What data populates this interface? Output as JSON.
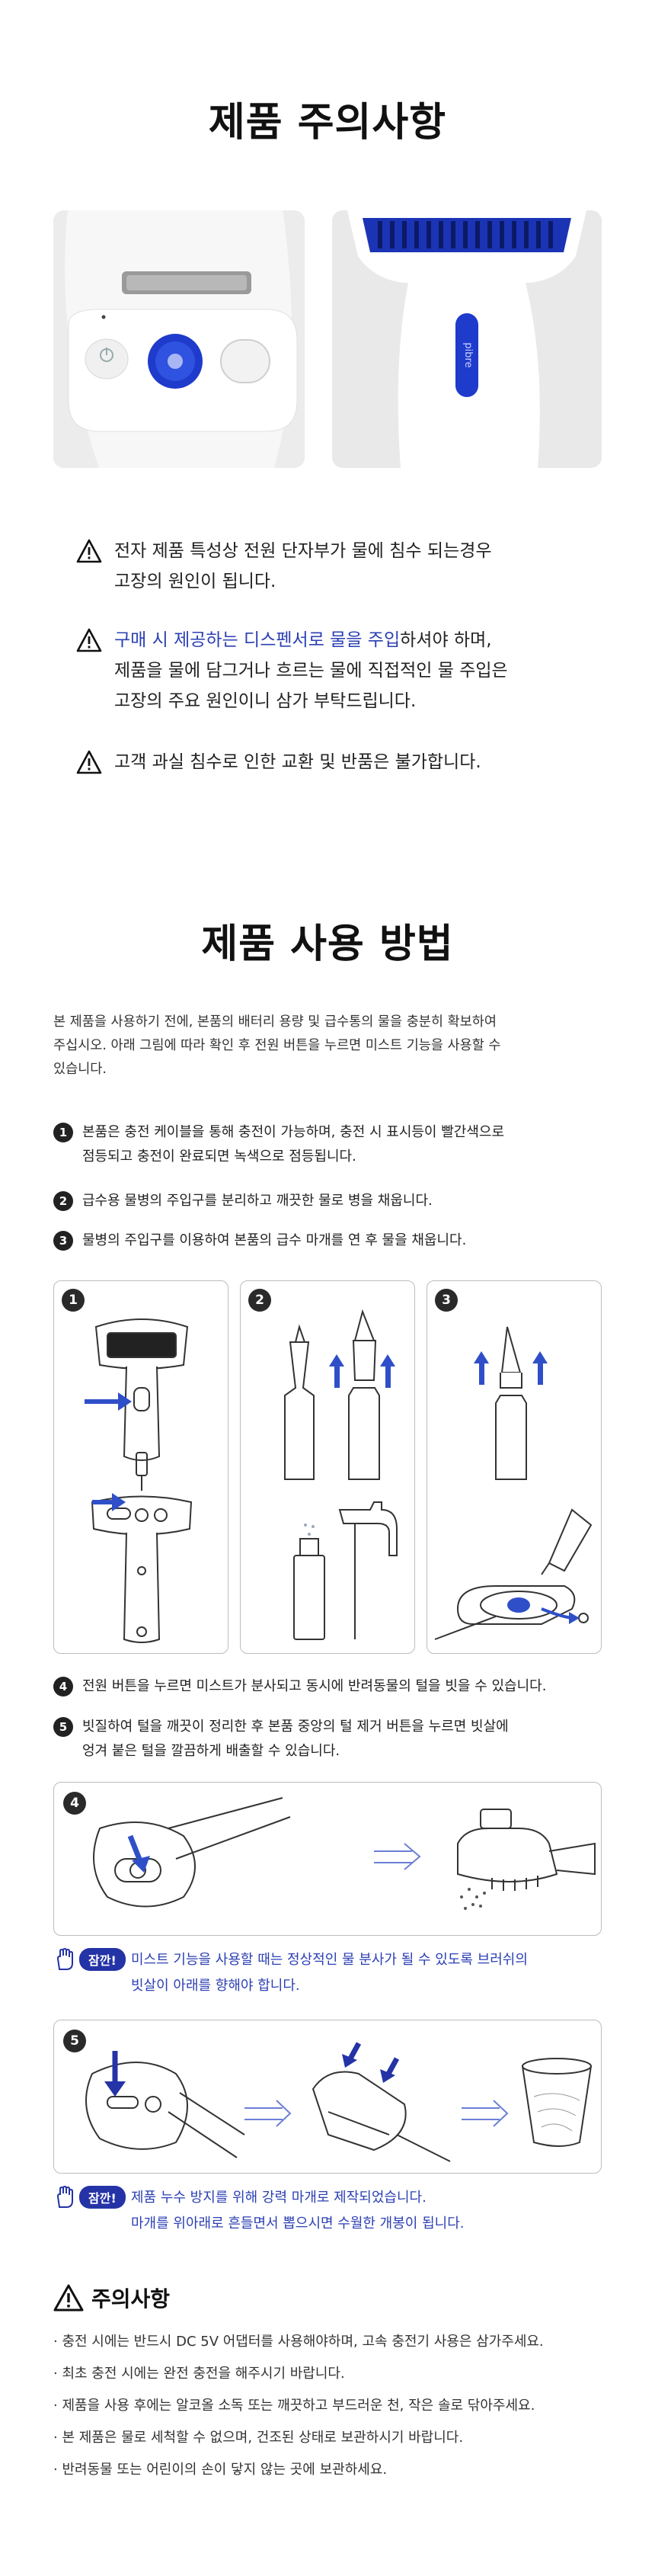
{
  "section1": {
    "title": "제품 주의사항",
    "warnings": [
      {
        "lines": [
          "전자 제품 특성상 전원 단자부가 물에 침수 되는경우",
          "고장의 원인이 됩니다."
        ]
      },
      {
        "highlight": "구매 시 제공하는 디스펜서로 물을 주입",
        "lines": [
          "하셔야 하며,",
          "제품을 물에 담그거나 흐르는 물에 직접적인 물 주입은",
          "고장의 주요 원인이니 삼가 부탁드립니다."
        ]
      },
      {
        "lines": [
          "고객 과실 침수로 인한 교환 및 반품은 불가합니다."
        ]
      }
    ],
    "photo_brand": "pibre"
  },
  "section2": {
    "title": "제품 사용 방법",
    "intro": [
      "본 제품을 사용하기 전에, 본품의 배터리 용량 및 급수통의 물을 충분히 확보하여",
      "주십시오. 아래 그림에 따라 확인 후 전원 버튼을 누르면 미스트 기능을 사용할 수",
      "있습니다."
    ],
    "steps": [
      {
        "num": "1",
        "lines": [
          "본품은 충전 케이블을 통해 충전이 가능하며, 충전 시 표시등이 빨간색으로",
          "점등되고 충전이 완료되면 녹색으로 점등됩니다."
        ]
      },
      {
        "num": "2",
        "lines": [
          "급수용 물병의 주입구를 분리하고 깨끗한 물로 병을 채웁니다."
        ]
      },
      {
        "num": "3",
        "lines": [
          "물병의 주입구를 이용하여 본품의 급수 마개를 연 후 물을 채웁니다."
        ]
      },
      {
        "num": "4",
        "lines": [
          "전원 버튼을 누르면 미스트가 분사되고 동시에 반려동물의 털을 빗을 수 있습니다."
        ]
      },
      {
        "num": "5",
        "lines": [
          "빗질하여 털을 깨끗이 정리한 후 본품 중앙의 털 제거 버튼을 누르면 빗살에",
          "엉겨 붙은 털을 깔끔하게 배출할 수 있습니다."
        ]
      }
    ],
    "panel_numbers": [
      "1",
      "2",
      "3",
      "4",
      "5"
    ],
    "tips": [
      {
        "badge": "잠깐!",
        "lines": [
          "미스트 기능을 사용할 때는 정상적인 물 분사가 될 수 있도록 브러쉬의",
          "빗살이 아래를 향해야 합니다."
        ]
      },
      {
        "badge": "잠깐!",
        "lines": [
          "제품 누수 방지를 위해 강력 마개로 제작되었습니다.",
          "마개를 위아래로 흔들면서 뽑으시면 수월한 개봉이 됩니다."
        ]
      }
    ]
  },
  "caution": {
    "title": "주의사항",
    "items": [
      "· 충전 시에는 반드시 DC 5V 어댑터를 사용해야하며, 고속 충전기 사용은 삼가주세요.",
      "· 최초 충전 시에는 완전 충전을 해주시기 바랍니다.",
      "· 제품을 사용 후에는 알코올 소독 또는 깨끗하고 부드러운 천, 작은 솔로 닦아주세요.",
      "· 본 제품은 물로 세척할 수 없으며, 건조된 상태로 보관하시기 바랍니다.",
      "· 반려동물 또는 어린이의 손이 닿지 않는 곳에 보관하세요."
    ]
  },
  "colors": {
    "accent": "#2b3fb3",
    "badge": "#2433a6",
    "device_blue": "#1e3bcc",
    "arrow_blue": "#2f4fc9"
  }
}
